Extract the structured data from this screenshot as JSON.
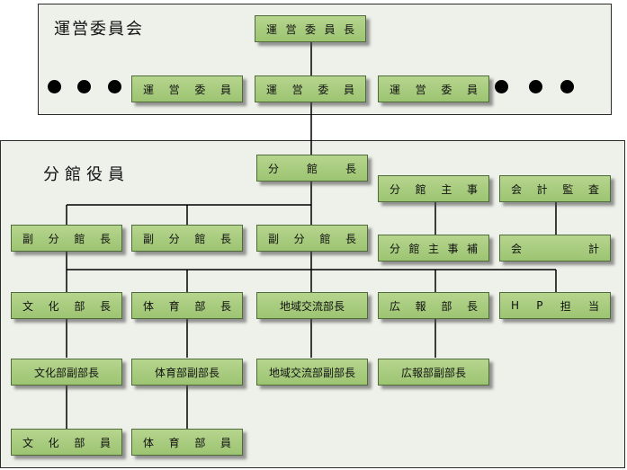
{
  "sections": {
    "top": "運営委員会",
    "bottom": "分館役員"
  },
  "boxes": {
    "committee_chair": "運営委員長",
    "committee_member_1": "運営委員",
    "committee_member_2": "運営委員",
    "committee_member_3": "運営委員",
    "branch_head": "分館長",
    "branch_secretary": "分館主事",
    "auditor": "会計監査",
    "vice_head_1": "副分館長",
    "vice_head_2": "副分館長",
    "vice_head_3": "副分館長",
    "assistant_secretary": "分館主事補",
    "accountant": "会計",
    "culture_head": "文化部長",
    "sports_head": "体育部長",
    "community_head": "地域交流部長",
    "pr_head": "広報部長",
    "hp_officer": "HP担当",
    "culture_vice": "文化部副部長",
    "sports_vice": "体育部副部長",
    "community_vice": "地域交流部副部長",
    "pr_vice": "広報部副部長",
    "culture_member": "文化部員",
    "sports_member": "体育部員"
  },
  "colors": {
    "box_fill": "#a8cc80",
    "panel_fill": "#eef0ea",
    "line": "#000000"
  }
}
